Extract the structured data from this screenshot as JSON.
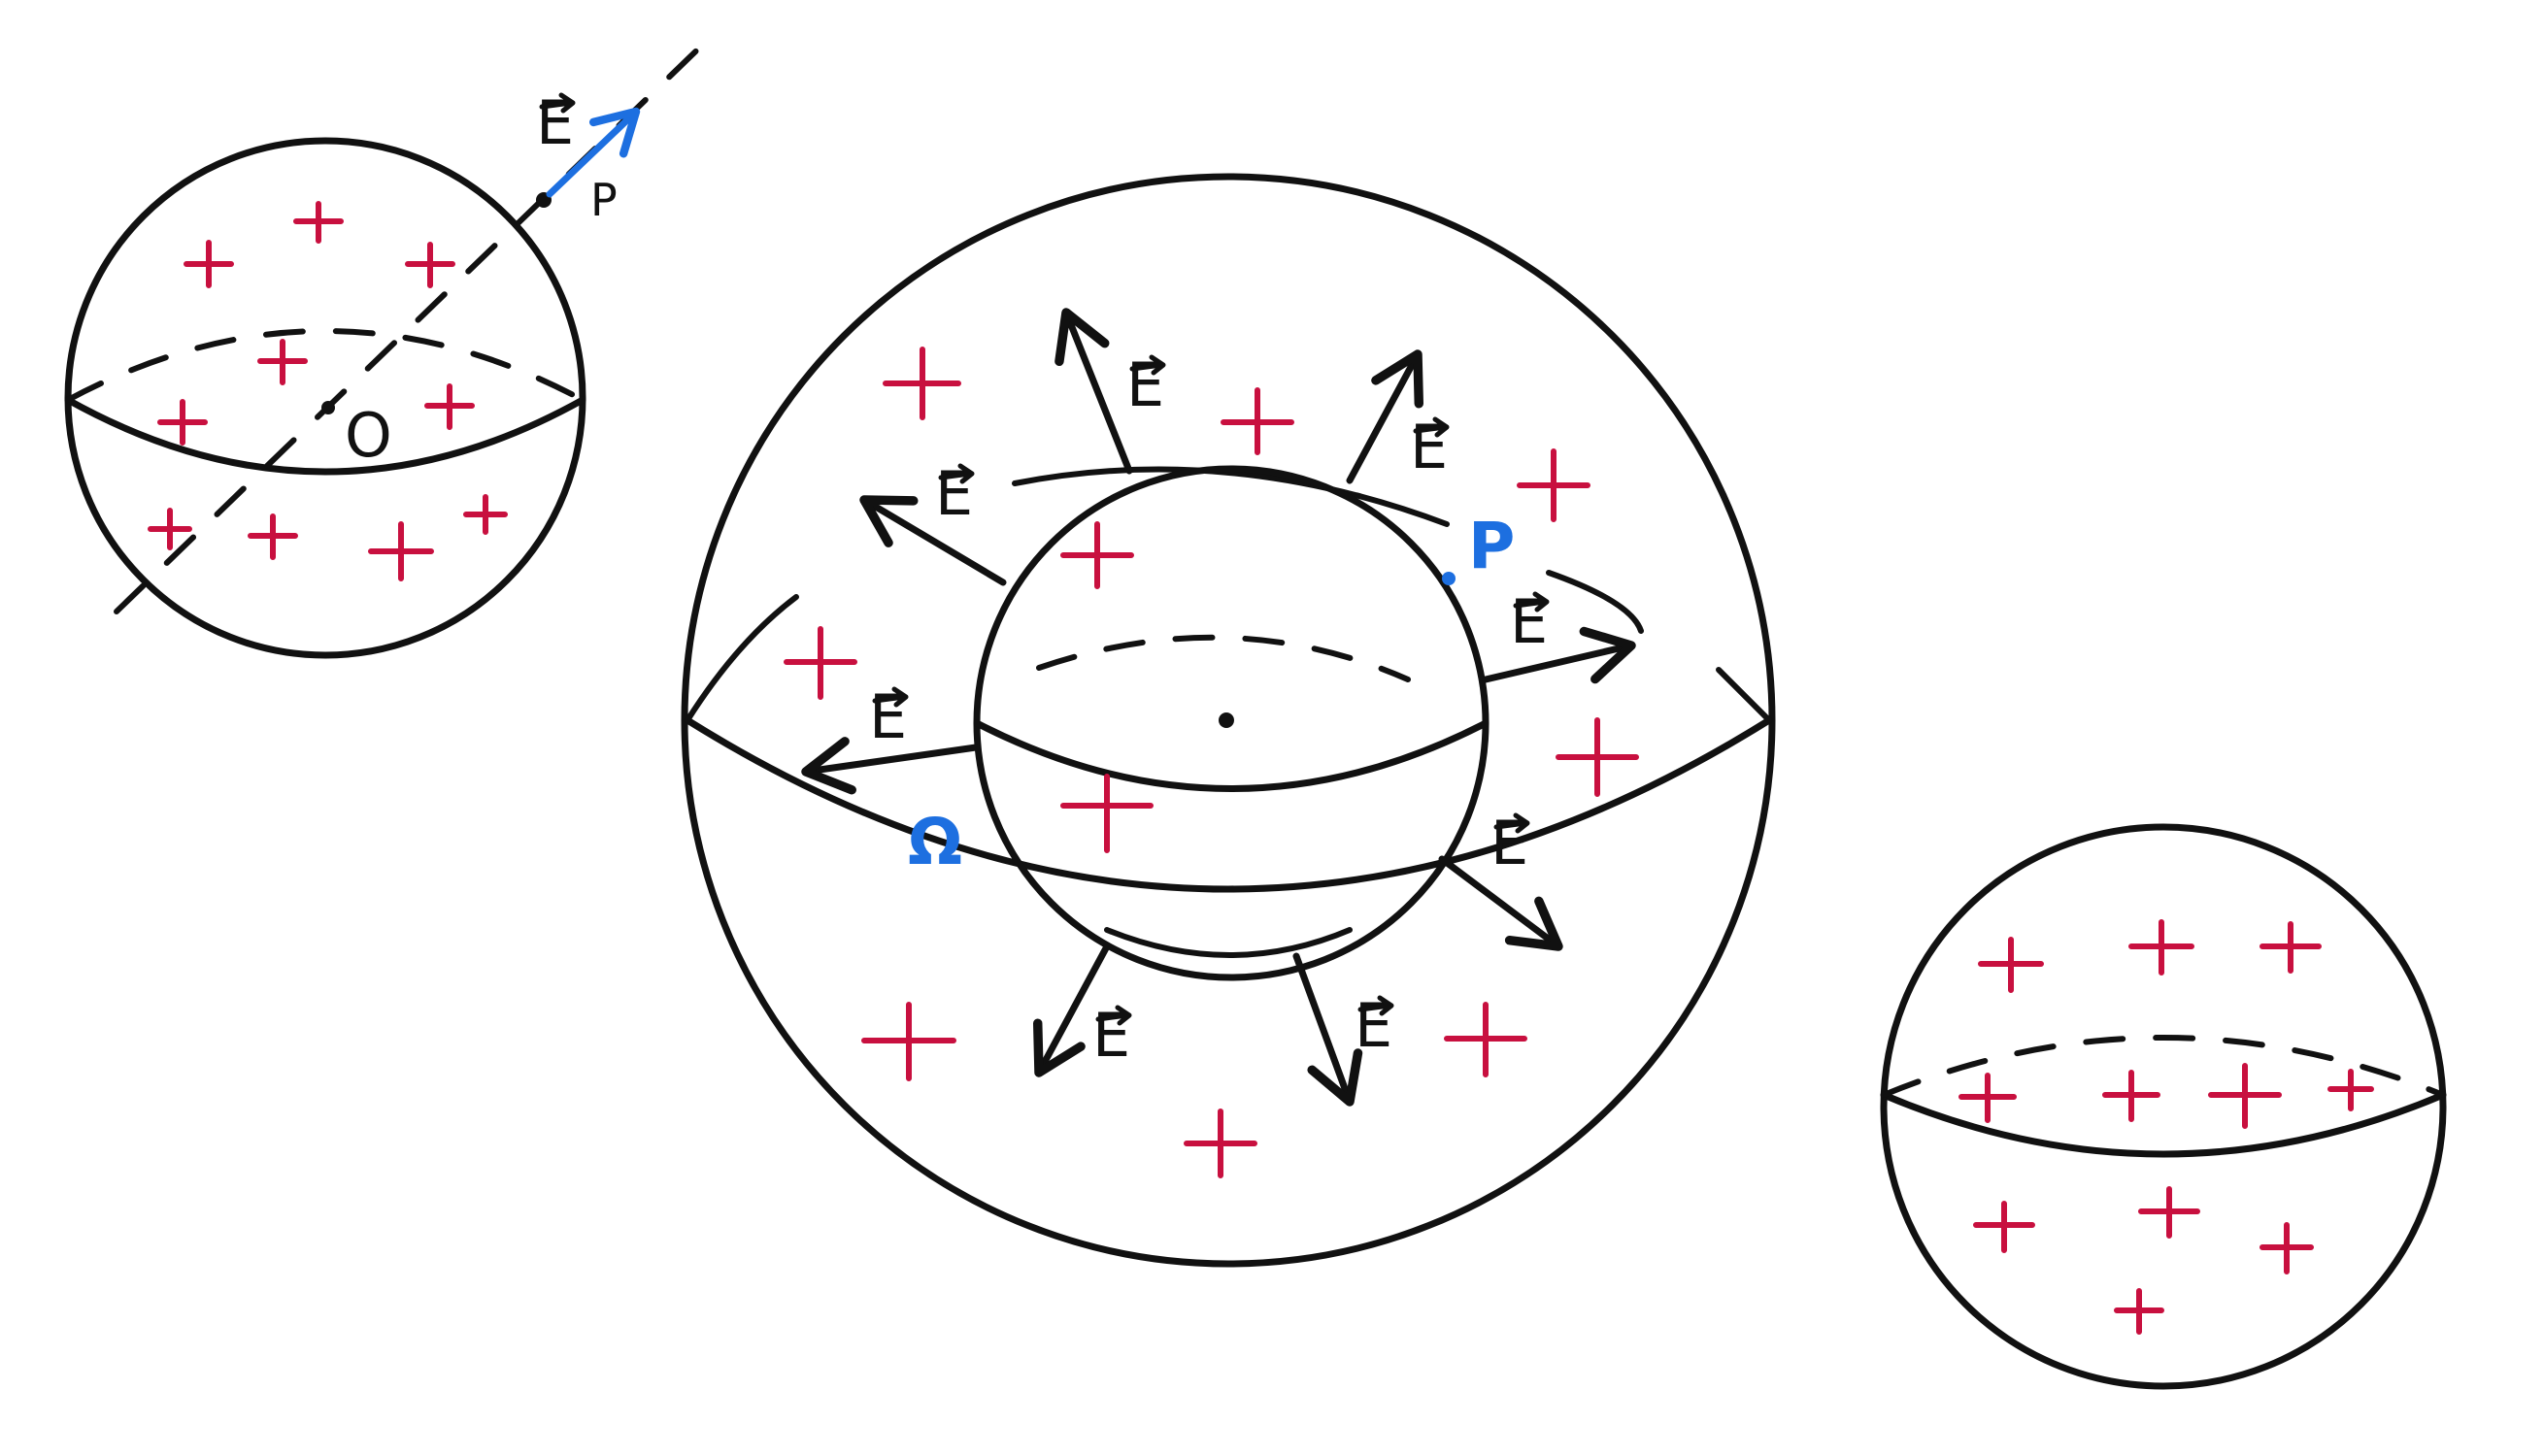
{
  "diagram": {
    "left_sphere": {
      "center_label": "O",
      "point_label": "P",
      "field_label": "E"
    },
    "middle_sphere": {
      "surface_label": "Ω",
      "point_label": "P",
      "field_label": "E"
    },
    "right_sphere": {}
  },
  "colors": {
    "ink": "#111111",
    "charge": "#c8103f",
    "highlight": "#1d6fe0"
  }
}
